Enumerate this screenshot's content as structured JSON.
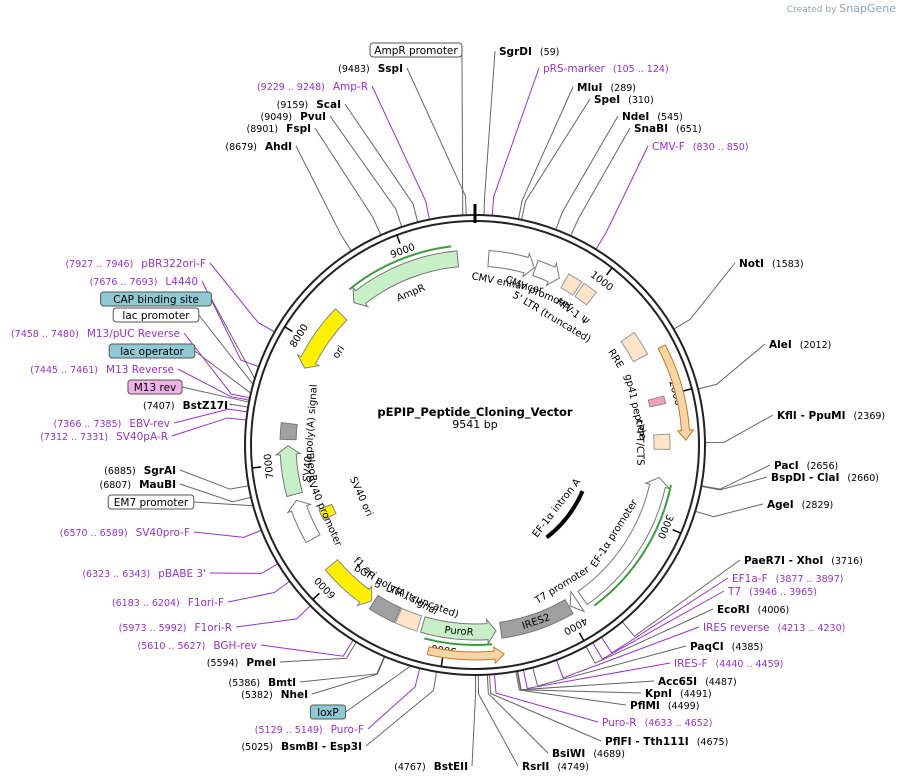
{
  "credit": {
    "prefix": "Created by",
    "brand": "SnapGene"
  },
  "plasmid": {
    "name": "pEPIP_Peptide_Cloning_Vector",
    "length_label": "9541 bp",
    "length": 9541
  },
  "colors": {
    "enzyme": "#000000",
    "primer": "#9b30d0",
    "feature_bg_blue": "#8fc9d4",
    "feature_bg_pink": "#f0b0e8"
  },
  "ticks": [
    {
      "bp": 1000,
      "label": "1000"
    },
    {
      "bp": 2000,
      "label": "2000"
    },
    {
      "bp": 3000,
      "label": "3000"
    },
    {
      "bp": 4000,
      "label": "4000"
    },
    {
      "bp": 5000,
      "label": "5000"
    },
    {
      "bp": 6000,
      "label": "6000"
    },
    {
      "bp": 7000,
      "label": "7000"
    },
    {
      "bp": 8000,
      "label": "8000"
    },
    {
      "bp": 9000,
      "label": "9000"
    }
  ],
  "enzymes_right": [
    {
      "name": "SgrDI",
      "pos": "(59)",
      "bp": 59
    },
    {
      "name": "MluI",
      "pos": "(289)",
      "bp": 289
    },
    {
      "name": "SpeI",
      "pos": "(310)",
      "bp": 310
    },
    {
      "name": "NdeI",
      "pos": "(545)",
      "bp": 545
    },
    {
      "name": "SnaBI",
      "pos": "(651)",
      "bp": 651
    },
    {
      "name": "NotI",
      "pos": "(1583)",
      "bp": 1583
    },
    {
      "name": "AleI",
      "pos": "(2012)",
      "bp": 2012
    },
    {
      "name": "KflI",
      "name2": "PpuMI",
      "pos": "(2369)",
      "bp": 2369
    },
    {
      "name": "PacI",
      "pos": "(2656)",
      "bp": 2656
    },
    {
      "name": "BspDI",
      "name2": "ClaI",
      "pos": "(2660)",
      "bp": 2660
    },
    {
      "name": "AgeI",
      "pos": "(2829)",
      "bp": 2829
    },
    {
      "name": "PaeR7I",
      "name2": "XhoI",
      "pos": "(3716)",
      "bp": 3716
    },
    {
      "name": "EcoRI",
      "pos": "(4006)",
      "bp": 4006
    },
    {
      "name": "PaqCI",
      "pos": "(4385)",
      "bp": 4385
    },
    {
      "name": "Acc65I",
      "pos": "(4487)",
      "bp": 4487
    },
    {
      "name": "KpnI",
      "pos": "(4491)",
      "bp": 4491
    },
    {
      "name": "PflMI",
      "pos": "(4499)",
      "bp": 4499
    },
    {
      "name": "PflFI",
      "name2": "Tth111I",
      "pos": "(4675)",
      "bp": 4675
    },
    {
      "name": "BsiWI",
      "pos": "(4689)",
      "bp": 4689
    },
    {
      "name": "RsrII",
      "pos": "(4749)",
      "bp": 4749
    }
  ],
  "enzymes_left": [
    {
      "name": "SspI",
      "pos": "(9483)",
      "bp": 9483
    },
    {
      "name": "ScaI",
      "pos": "(9159)",
      "bp": 9159
    },
    {
      "name": "PvuI",
      "pos": "(9049)",
      "bp": 9049
    },
    {
      "name": "FspI",
      "pos": "(8901)",
      "bp": 8901
    },
    {
      "name": "AhdI",
      "pos": "(8679)",
      "bp": 8679
    },
    {
      "name": "BstZ17I",
      "pos": "(7407)",
      "bp": 7407
    },
    {
      "name": "SgrAI",
      "pos": "(6885)",
      "bp": 6885
    },
    {
      "name": "MauBI",
      "pos": "(6807)",
      "bp": 6807
    },
    {
      "name": "PmeI",
      "pos": "(5594)",
      "bp": 5594
    },
    {
      "name": "BmtI",
      "pos": "(5386)",
      "bp": 5386
    },
    {
      "name": "NheI",
      "pos": "(5382)",
      "bp": 5382
    },
    {
      "name": "BsmBI",
      "name2": "Esp3I",
      "pos": "(5025)",
      "bp": 5025
    },
    {
      "name": "BstEII",
      "pos": "(4767)",
      "bp": 4767
    }
  ],
  "primers_right": [
    {
      "name": "pRS-marker",
      "pos": "(105 .. 124)",
      "bp": 114
    },
    {
      "name": "CMV-F",
      "pos": "(830 .. 850)",
      "bp": 840
    },
    {
      "name": "EF1a-F",
      "pos": "(3877 .. 3897)",
      "bp": 3887
    },
    {
      "name": "T7",
      "pos": "(3946 .. 3965)",
      "bp": 3955
    },
    {
      "name": "IRES reverse",
      "pos": "(4213 .. 4230)",
      "bp": 4221
    },
    {
      "name": "IRES-F",
      "pos": "(4440 .. 4459)",
      "bp": 4449
    },
    {
      "name": "Puro-R",
      "pos": "(4633 .. 4652)",
      "bp": 4642
    }
  ],
  "primers_left": [
    {
      "name": "Amp-R",
      "pos": "(9229 .. 9248)",
      "bp": 9238
    },
    {
      "name": "pBR322ori-F",
      "pos": "(7927 .. 7946)",
      "bp": 7936
    },
    {
      "name": "L4440",
      "pos": "(7676 .. 7693)",
      "bp": 7684
    },
    {
      "name": "M13/pUC Reverse",
      "pos": "(7458 .. 7480)",
      "bp": 7469
    },
    {
      "name": "M13 Reverse",
      "pos": "(7445 .. 7461)",
      "bp": 7453
    },
    {
      "name": "EBV-rev",
      "pos": "(7366 .. 7385)",
      "bp": 7375
    },
    {
      "name": "SV40pA-R",
      "pos": "(7312 .. 7331)",
      "bp": 7321
    },
    {
      "name": "SV40pro-F",
      "pos": "(6570 .. 6589)",
      "bp": 6579
    },
    {
      "name": "pBABE 3'",
      "pos": "(6323 .. 6343)",
      "bp": 6333
    },
    {
      "name": "F1ori-F",
      "pos": "(6183 .. 6204)",
      "bp": 6193
    },
    {
      "name": "F1ori-R",
      "pos": "(5973 .. 5992)",
      "bp": 5982
    },
    {
      "name": "BGH-rev",
      "pos": "(5610 .. 5627)",
      "bp": 5618
    },
    {
      "name": "Puro-F",
      "pos": "(5129 .. 5149)",
      "bp": 5139
    }
  ],
  "boxed_labels": [
    {
      "name": "AmpR promoter",
      "style": "white",
      "bp": 9460
    },
    {
      "name": "CAP binding site",
      "style": "blue",
      "bp": 7600
    },
    {
      "name": "lac promoter",
      "style": "white",
      "bp": 7560
    },
    {
      "name": "lac operator",
      "style": "blue",
      "bp": 7500
    },
    {
      "name": "M13 rev",
      "style": "pink",
      "bp": 7440
    },
    {
      "name": "EM7 promoter",
      "style": "white",
      "bp": 6750
    },
    {
      "name": "loxP",
      "style": "blue",
      "bp": 5200
    }
  ],
  "features": [
    {
      "name": "AmpR",
      "start": 8470,
      "end": 9400,
      "dir": -1,
      "lane": 1,
      "fill": "#c8f0c8",
      "stroke": "#777777",
      "highlight": "#3d9e3d",
      "lbl_lane": 2
    },
    {
      "name": "ori",
      "start": 7800,
      "end": 8330,
      "dir": -1,
      "lane": 1,
      "fill": "#ffef00",
      "stroke": "#888888",
      "lbl_lane": 2
    },
    {
      "name": "CMV enhancer",
      "start": 110,
      "end": 490,
      "dir": 1,
      "lane": 1,
      "fill": "#ffffff",
      "stroke": "#777777",
      "lbl_lane": 2
    },
    {
      "name": "CMV promoter",
      "start": 500,
      "end": 710,
      "dir": 1,
      "lane": 1,
      "fill": "#ffffff",
      "stroke": "#777777",
      "lbl_lane": 2
    },
    {
      "name": "HIV-1 Ψ",
      "start": 900,
      "end": 1020,
      "dir": 0,
      "lane": 1,
      "fill": "#fde3c8",
      "stroke": "#999999",
      "lbl_lane": 2
    },
    {
      "name": "5' LTR (truncated)",
      "start": 760,
      "end": 880,
      "dir": 0,
      "lane": 1,
      "fill": "#fde3c8",
      "stroke": "#999999",
      "lbl_lane": 3
    },
    {
      "name": "RRE",
      "start": 1450,
      "end": 1650,
      "dir": 0,
      "lane": 1,
      "fill": "#fde3c8",
      "stroke": "#999999",
      "lbl_lane": 2
    },
    {
      "name": "gp41 peptide",
      "start": 2000,
      "end": 2060,
      "dir": 0,
      "lane": 1,
      "fill": "#f0a0b8",
      "stroke": "#888888",
      "lbl_lane": 2
    },
    {
      "name": "cPPT/CTS",
      "start": 2300,
      "end": 2420,
      "dir": 0,
      "lane": 1,
      "fill": "#fde3c8",
      "stroke": "#999999",
      "lbl_lane": 2
    },
    {
      "name": "EF-1α promoter",
      "start": 2650,
      "end": 3840,
      "dir": -1,
      "lane": 1,
      "fill": "#ffffff",
      "stroke": "#777777",
      "highlight": "#3d9e3d",
      "lbl_lane": 2
    },
    {
      "name": "T7 promoter",
      "start": 3890,
      "end": 3960,
      "dir": 1,
      "lane": 1,
      "fill": "#ffffff",
      "stroke": "#777777",
      "lbl_lane": 2
    },
    {
      "name": "IRES2",
      "start": 3970,
      "end": 4560,
      "dir": 0,
      "lane": 1,
      "fill": "#a0a0a0",
      "stroke": "#777777",
      "lbl_lane": 0
    },
    {
      "name": "PuroR",
      "start": 4600,
      "end": 5200,
      "dir": -1,
      "lane": 1,
      "fill": "#c8f0c8",
      "stroke": "#777777",
      "highlight": "#3d9e3d",
      "lbl_lane": 0
    },
    {
      "name": "5' LTR (truncated)",
      "start": 5230,
      "end": 5410,
      "dir": 0,
      "lane": 1,
      "fill": "#fde3c8",
      "stroke": "#999999",
      "lbl_lane": 2
    },
    {
      "name": "bGH poly(A) signal",
      "start": 5420,
      "end": 5640,
      "dir": 0,
      "lane": 1,
      "fill": "#a0a0a0",
      "stroke": "#777777",
      "lbl_lane": 2
    },
    {
      "name": "f1 ori",
      "start": 5660,
      "end": 6100,
      "dir": -1,
      "lane": 1,
      "fill": "#ffef00",
      "stroke": "#888888",
      "lbl_lane": 2
    },
    {
      "name": "SV40 ori",
      "start": 6460,
      "end": 6560,
      "dir": 0,
      "lane": 2,
      "fill": "#ffef00",
      "stroke": "#888888",
      "lbl_lane": 3
    },
    {
      "name": "SV40 promoter",
      "start": 6360,
      "end": 6700,
      "dir": 1,
      "lane": 1,
      "fill": "#ffffff",
      "stroke": "#777777",
      "lbl_lane": 2
    },
    {
      "name": "BleoR",
      "start": 6750,
      "end": 7150,
      "dir": 1,
      "lane": 1,
      "fill": "#c8f0c8",
      "stroke": "#777777",
      "lbl_lane": 2
    },
    {
      "name": "SV40 poly(A) signal",
      "start": 7200,
      "end": 7330,
      "dir": 0,
      "lane": 1,
      "fill": "#a0a0a0",
      "stroke": "#777777",
      "lbl_lane": 2
    }
  ],
  "inner_features": [
    {
      "name": "EF-1α intron A",
      "start": 3000,
      "end": 3770,
      "dir": 0
    }
  ],
  "outer_orange": [
    {
      "start": 1650,
      "end": 2350,
      "dir": 1
    },
    {
      "start": 4560,
      "end": 5110,
      "dir": -1
    }
  ]
}
